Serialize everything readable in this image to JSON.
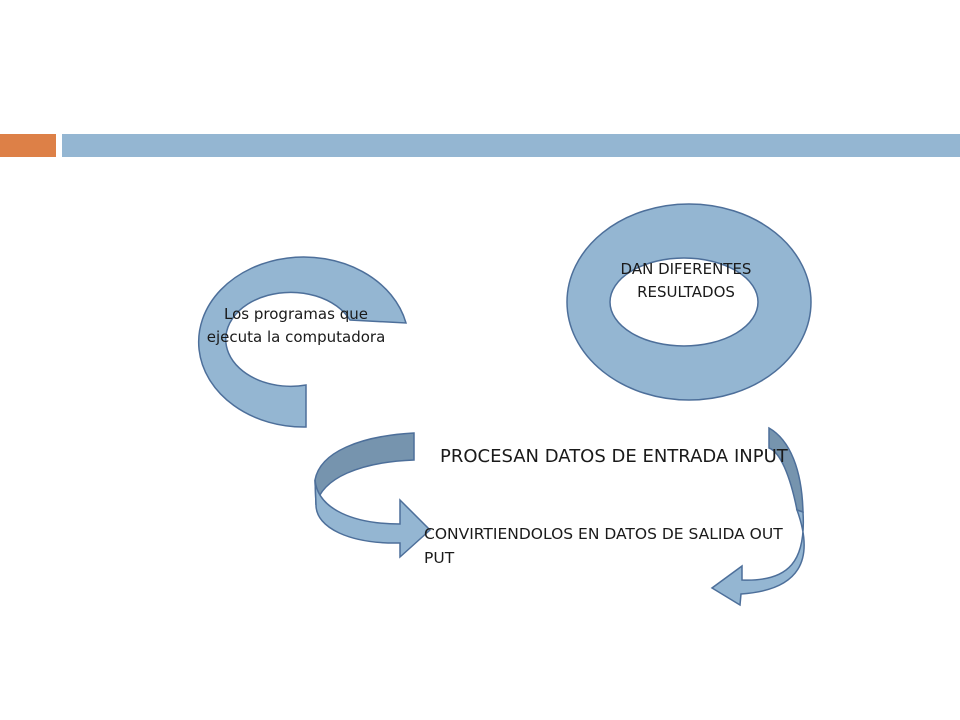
{
  "colors": {
    "accent_bar": "#dd8047",
    "main_bar": "#94b6d2",
    "shape_fill": "#94b6d2",
    "shape_stroke": "#4d6f9a",
    "arrow_dark": "#7694ae"
  },
  "labels": {
    "programs": "Los programas que ejecuta la computadora",
    "results": "DAN DIFERENTES RESULTADOS",
    "process": "PROCESAN DATOS DE ENTRADA INPUT",
    "output": "CONVIRTIENDOLOS EN DATOS DE SALIDA  OUT PUT"
  }
}
